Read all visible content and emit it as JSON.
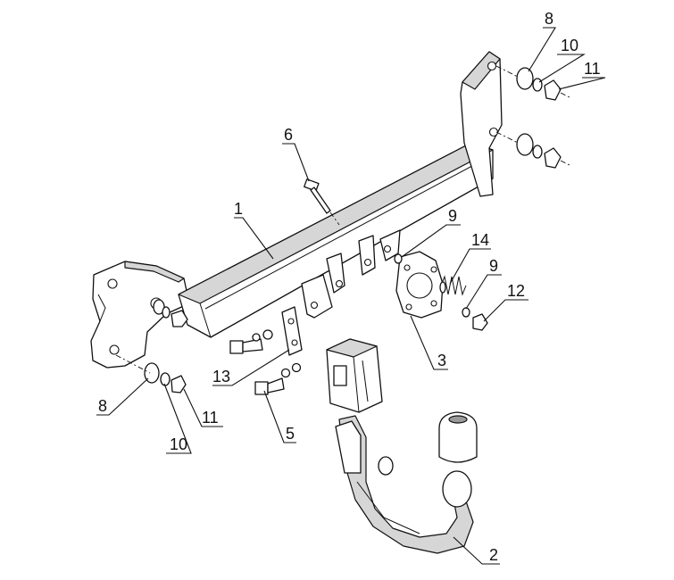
{
  "callouts": {
    "c1": "1",
    "c2": "2",
    "c3": "3",
    "c5": "5",
    "c6": "6",
    "c8_top": "8",
    "c8_bottom": "8",
    "c9_top": "9",
    "c9_mid": "9",
    "c10_top": "10",
    "c10_bottom": "10",
    "c11_top": "11",
    "c11_bottom": "11",
    "c12": "12",
    "c13": "13",
    "c14": "14"
  }
}
